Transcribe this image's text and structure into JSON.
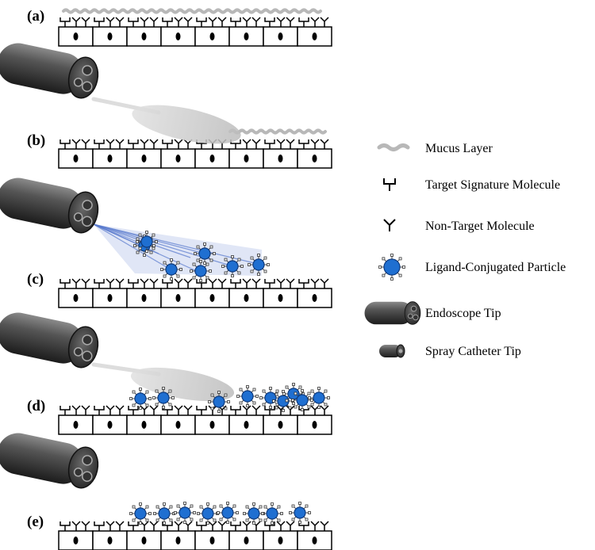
{
  "panels": [
    {
      "label": "(a)"
    },
    {
      "label": "(b)"
    },
    {
      "label": "(c)"
    },
    {
      "label": "(d)"
    },
    {
      "label": "(e)"
    }
  ],
  "legend": {
    "mucus": "Mucus Layer",
    "target": "Target Signature Molecule",
    "non_target": "Non-Target Molecule",
    "particle": "Ligand-Conjugated Particle",
    "endoscope": "Endoscope Tip",
    "catheter": "Spray Catheter Tip"
  },
  "colors": {
    "particle": "#1f6fd1",
    "particle_stroke": "#0d3b80",
    "mucus": "#b8b8b8",
    "spray_beam": "#5577cc",
    "endoscope_body": "#555555"
  }
}
